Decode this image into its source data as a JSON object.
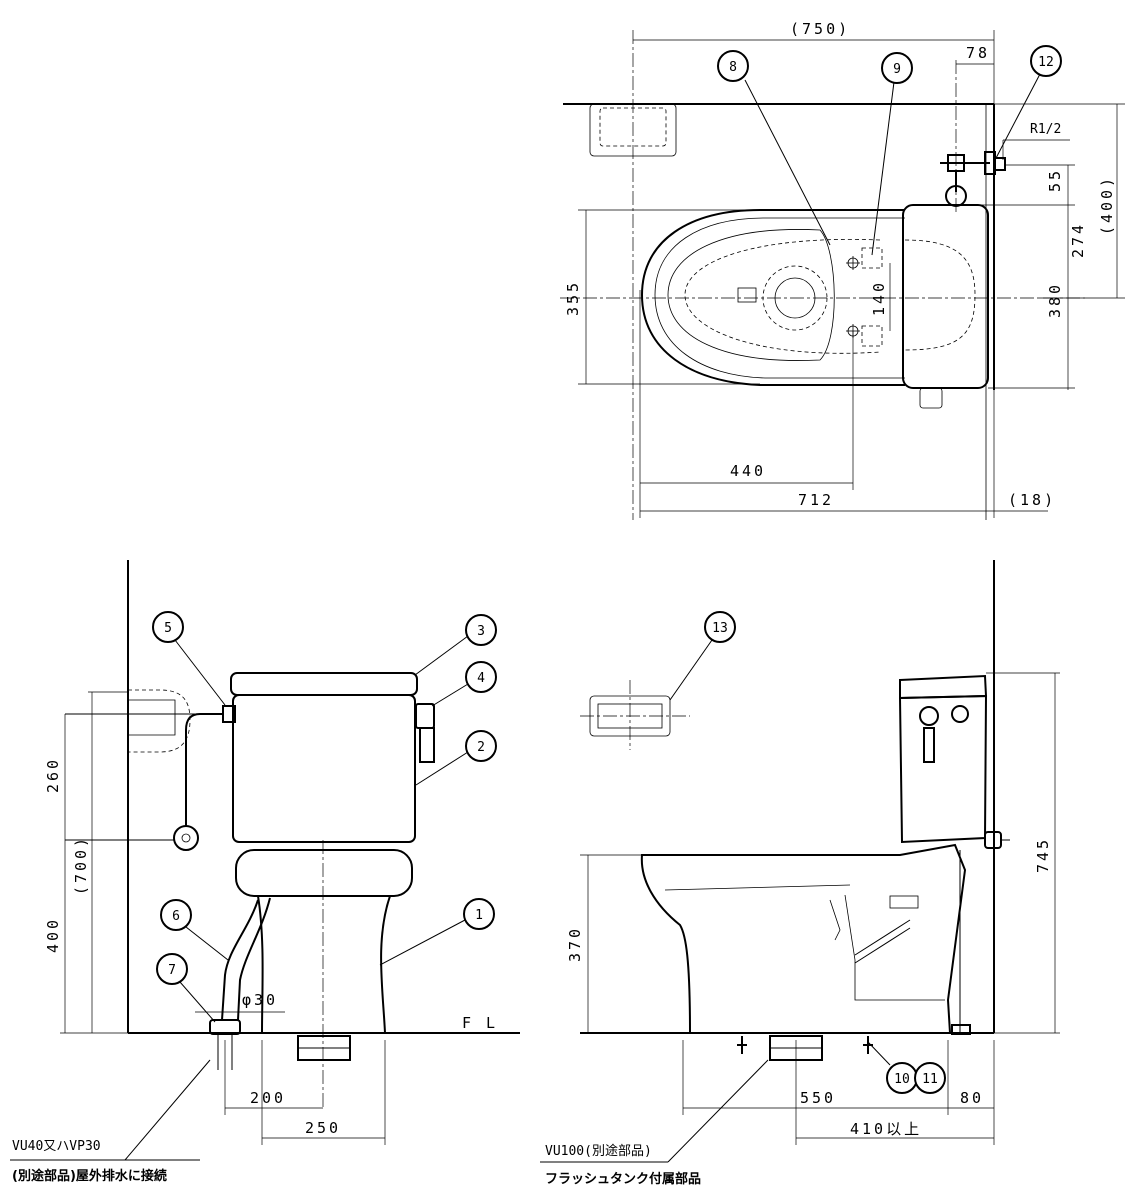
{
  "dimensions": {
    "top_width_ref": "(750)",
    "top_offset_78": "78",
    "top_thread": "R1/2",
    "top_55": "55",
    "top_274": "274",
    "top_400_ref": "(400)",
    "top_380": "380",
    "top_355": "355",
    "top_140": "140",
    "top_440": "440",
    "top_712": "712",
    "top_18_ref": "(18)",
    "front_260": "260",
    "front_700_ref": "(700)",
    "front_400": "400",
    "front_phi30": "φ30",
    "front_200": "200",
    "front_250": "250",
    "front_fl": "F L",
    "side_745": "745",
    "side_370": "370",
    "side_550": "550",
    "side_80": "80",
    "side_410": "410以上"
  },
  "callouts": [
    "1",
    "2",
    "3",
    "4",
    "5",
    "6",
    "7",
    "8",
    "9",
    "10",
    "11",
    "12",
    "13"
  ],
  "notes": {
    "left_line1": "VU40又ハVP30",
    "left_line2": "(別途部品)屋外排水に接続",
    "right_line1": "VU100(別途部品)",
    "right_line2": "フラッシュタンク付属部品"
  }
}
